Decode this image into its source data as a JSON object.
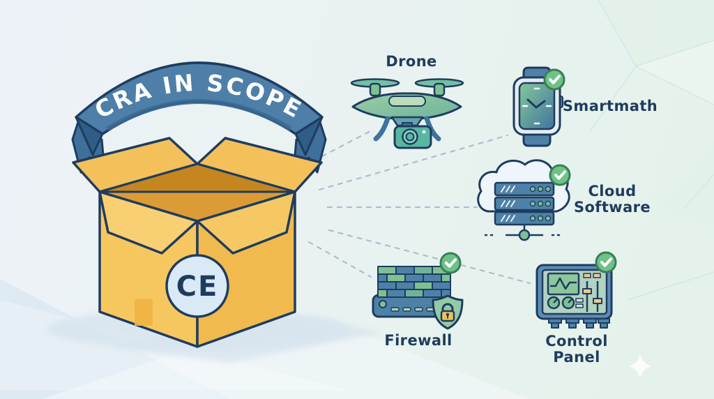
{
  "banner": {
    "label": "CRA IN SCOPE",
    "color": "#4d7fa9",
    "text_color": "#ffffff"
  },
  "box": {
    "ce_mark": "CE",
    "color": "#f6c45e"
  },
  "items": {
    "drone": {
      "label": "Drone",
      "checked": false
    },
    "smartwatch": {
      "label": "Smartmath",
      "checked": true
    },
    "cloud_software": {
      "label_line1": "Cloud",
      "label_line2": "Software",
      "checked": true
    },
    "firewall": {
      "label": "Firewall",
      "checked": true
    },
    "control_panel": {
      "label": "Control Panel",
      "checked": true
    }
  },
  "icons": {
    "check_badge": "green-circle-white-checkmark",
    "drone": "quadcopter-with-camera",
    "smartwatch": "watch-with-gradient-screen",
    "cloud_software": "cloud-with-server-stack",
    "firewall": "brick-wall-router-shield-lock",
    "control_panel": "panel-with-screen-knobs-sliders",
    "sparkle": "four-point-star"
  },
  "colors": {
    "label_text": "#1f3c5e",
    "outline_navy": "#1f3c5e",
    "banner_blue": "#4d7fa9",
    "banner_fold": "#2f5d86",
    "box_yellow": "#f6c45e",
    "box_interior": "#c5861f",
    "check_green": "#6fc287",
    "icon_green": "#7cc294",
    "icon_blue": "#4e81a8",
    "lock_yellow": "#eec05a",
    "connector_dash": "#a9bed1",
    "background_left": "#edf2f8",
    "background_right": "#e5f2ea"
  }
}
